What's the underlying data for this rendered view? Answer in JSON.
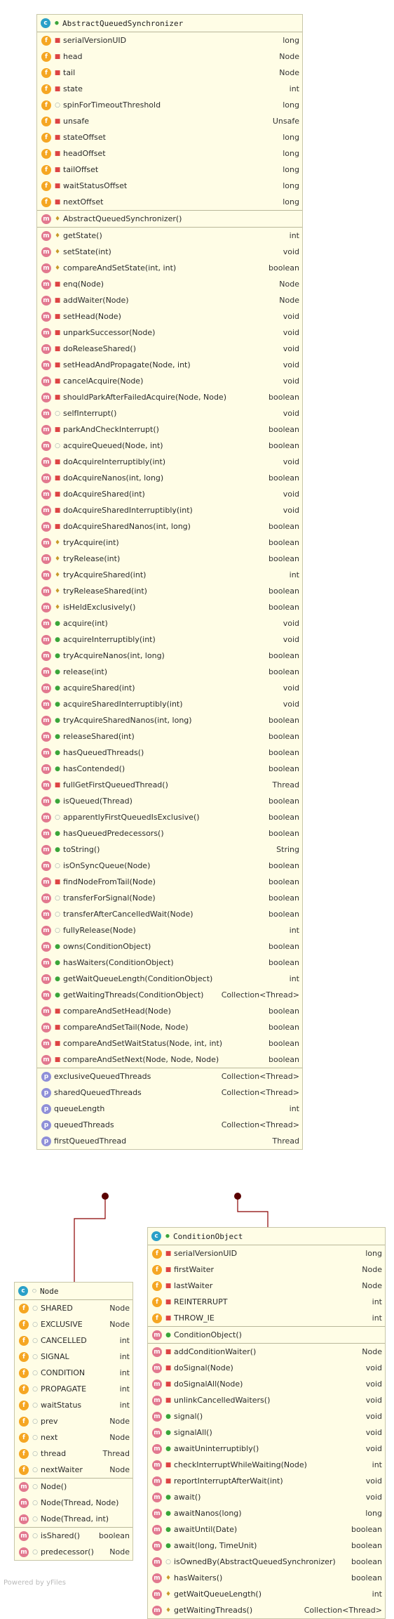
{
  "colors": {
    "box_bg": "#fffde6",
    "edge": "#8b0000",
    "method_icon": "#e2788f",
    "field_icon": "#f5a623",
    "property_icon": "#8f8fd8",
    "class_icon": "#2aa0c8"
  },
  "watermark": "Powered by yFiles",
  "aqs": {
    "title": "AbstractQueuedSynchronizer",
    "fields": [
      {
        "icon": "f",
        "mod": "priv",
        "name": "serialVersionUID",
        "type": "long"
      },
      {
        "icon": "f",
        "mod": "priv",
        "name": "head",
        "type": "Node"
      },
      {
        "icon": "f",
        "mod": "priv",
        "name": "tail",
        "type": "Node"
      },
      {
        "icon": "f",
        "mod": "priv",
        "name": "state",
        "type": "int"
      },
      {
        "icon": "f",
        "mod": "pkg",
        "name": "spinForTimeoutThreshold",
        "type": "long"
      },
      {
        "icon": "f",
        "mod": "priv",
        "name": "unsafe",
        "type": "Unsafe"
      },
      {
        "icon": "f",
        "mod": "priv",
        "name": "stateOffset",
        "type": "long"
      },
      {
        "icon": "f",
        "mod": "priv",
        "name": "headOffset",
        "type": "long"
      },
      {
        "icon": "f",
        "mod": "priv",
        "name": "tailOffset",
        "type": "long"
      },
      {
        "icon": "f",
        "mod": "priv",
        "name": "waitStatusOffset",
        "type": "long"
      },
      {
        "icon": "f",
        "mod": "priv",
        "name": "nextOffset",
        "type": "long"
      }
    ],
    "constructors": [
      {
        "icon": "m",
        "mod": "prot",
        "name": "AbstractQueuedSynchronizer()",
        "type": ""
      }
    ],
    "methods": [
      {
        "icon": "m",
        "mod": "prot",
        "name": "getState()",
        "type": "int"
      },
      {
        "icon": "m",
        "mod": "prot",
        "name": "setState(int)",
        "type": "void"
      },
      {
        "icon": "m",
        "mod": "prot",
        "name": "compareAndSetState(int, int)",
        "type": "boolean"
      },
      {
        "icon": "m",
        "mod": "priv",
        "name": "enq(Node)",
        "type": "Node"
      },
      {
        "icon": "m",
        "mod": "priv",
        "name": "addWaiter(Node)",
        "type": "Node"
      },
      {
        "icon": "m",
        "mod": "priv",
        "name": "setHead(Node)",
        "type": "void"
      },
      {
        "icon": "m",
        "mod": "priv",
        "name": "unparkSuccessor(Node)",
        "type": "void"
      },
      {
        "icon": "m",
        "mod": "priv",
        "name": "doReleaseShared()",
        "type": "void"
      },
      {
        "icon": "m",
        "mod": "priv",
        "name": "setHeadAndPropagate(Node, int)",
        "type": "void"
      },
      {
        "icon": "m",
        "mod": "priv",
        "name": "cancelAcquire(Node)",
        "type": "void"
      },
      {
        "icon": "m",
        "mod": "priv",
        "name": "shouldParkAfterFailedAcquire(Node, Node)",
        "type": "boolean"
      },
      {
        "icon": "m",
        "mod": "pkg",
        "name": "selfInterrupt()",
        "type": "void"
      },
      {
        "icon": "m",
        "mod": "priv",
        "name": "parkAndCheckInterrupt()",
        "type": "boolean"
      },
      {
        "icon": "m",
        "mod": "pkg",
        "name": "acquireQueued(Node, int)",
        "type": "boolean"
      },
      {
        "icon": "m",
        "mod": "priv",
        "name": "doAcquireInterruptibly(int)",
        "type": "void"
      },
      {
        "icon": "m",
        "mod": "priv",
        "name": "doAcquireNanos(int, long)",
        "type": "boolean"
      },
      {
        "icon": "m",
        "mod": "priv",
        "name": "doAcquireShared(int)",
        "type": "void"
      },
      {
        "icon": "m",
        "mod": "priv",
        "name": "doAcquireSharedInterruptibly(int)",
        "type": "void"
      },
      {
        "icon": "m",
        "mod": "priv",
        "name": "doAcquireSharedNanos(int, long)",
        "type": "boolean"
      },
      {
        "icon": "m",
        "mod": "prot",
        "name": "tryAcquire(int)",
        "type": "boolean"
      },
      {
        "icon": "m",
        "mod": "prot",
        "name": "tryRelease(int)",
        "type": "boolean"
      },
      {
        "icon": "m",
        "mod": "prot",
        "name": "tryAcquireShared(int)",
        "type": "int"
      },
      {
        "icon": "m",
        "mod": "prot",
        "name": "tryReleaseShared(int)",
        "type": "boolean"
      },
      {
        "icon": "m",
        "mod": "prot",
        "name": "isHeldExclusively()",
        "type": "boolean"
      },
      {
        "icon": "m",
        "mod": "pub",
        "name": "acquire(int)",
        "type": "void"
      },
      {
        "icon": "m",
        "mod": "pub",
        "name": "acquireInterruptibly(int)",
        "type": "void"
      },
      {
        "icon": "m",
        "mod": "pub",
        "name": "tryAcquireNanos(int, long)",
        "type": "boolean"
      },
      {
        "icon": "m",
        "mod": "pub",
        "name": "release(int)",
        "type": "boolean"
      },
      {
        "icon": "m",
        "mod": "pub",
        "name": "acquireShared(int)",
        "type": "void"
      },
      {
        "icon": "m",
        "mod": "pub",
        "name": "acquireSharedInterruptibly(int)",
        "type": "void"
      },
      {
        "icon": "m",
        "mod": "pub",
        "name": "tryAcquireSharedNanos(int, long)",
        "type": "boolean"
      },
      {
        "icon": "m",
        "mod": "pub",
        "name": "releaseShared(int)",
        "type": "boolean"
      },
      {
        "icon": "m",
        "mod": "pub",
        "name": "hasQueuedThreads()",
        "type": "boolean"
      },
      {
        "icon": "m",
        "mod": "pub",
        "name": "hasContended()",
        "type": "boolean"
      },
      {
        "icon": "m",
        "mod": "priv",
        "name": "fullGetFirstQueuedThread()",
        "type": "Thread"
      },
      {
        "icon": "m",
        "mod": "pub",
        "name": "isQueued(Thread)",
        "type": "boolean"
      },
      {
        "icon": "m",
        "mod": "pkg",
        "name": "apparentlyFirstQueuedIsExclusive()",
        "type": "boolean"
      },
      {
        "icon": "m",
        "mod": "pub",
        "name": "hasQueuedPredecessors()",
        "type": "boolean"
      },
      {
        "icon": "m",
        "mod": "pub",
        "name": "toString()",
        "type": "String"
      },
      {
        "icon": "m",
        "mod": "pkg",
        "name": "isOnSyncQueue(Node)",
        "type": "boolean"
      },
      {
        "icon": "m",
        "mod": "priv",
        "name": "findNodeFromTail(Node)",
        "type": "boolean"
      },
      {
        "icon": "m",
        "mod": "pkg",
        "name": "transferForSignal(Node)",
        "type": "boolean"
      },
      {
        "icon": "m",
        "mod": "pkg",
        "name": "transferAfterCancelledWait(Node)",
        "type": "boolean"
      },
      {
        "icon": "m",
        "mod": "pkg",
        "name": "fullyRelease(Node)",
        "type": "int"
      },
      {
        "icon": "m",
        "mod": "pub",
        "name": "owns(ConditionObject)",
        "type": "boolean"
      },
      {
        "icon": "m",
        "mod": "pub",
        "name": "hasWaiters(ConditionObject)",
        "type": "boolean"
      },
      {
        "icon": "m",
        "mod": "pub",
        "name": "getWaitQueueLength(ConditionObject)",
        "type": "int"
      },
      {
        "icon": "m",
        "mod": "pub",
        "name": "getWaitingThreads(ConditionObject)",
        "type": "Collection<Thread>"
      },
      {
        "icon": "m",
        "mod": "priv",
        "name": "compareAndSetHead(Node)",
        "type": "boolean"
      },
      {
        "icon": "m",
        "mod": "priv",
        "name": "compareAndSetTail(Node, Node)",
        "type": "boolean"
      },
      {
        "icon": "m",
        "mod": "priv",
        "name": "compareAndSetWaitStatus(Node, int, int)",
        "type": "boolean"
      },
      {
        "icon": "m",
        "mod": "priv",
        "name": "compareAndSetNext(Node, Node, Node)",
        "type": "boolean"
      }
    ],
    "properties": [
      {
        "icon": "p",
        "mod": "",
        "name": "exclusiveQueuedThreads",
        "type": "Collection<Thread>"
      },
      {
        "icon": "p",
        "mod": "",
        "name": "sharedQueuedThreads",
        "type": "Collection<Thread>"
      },
      {
        "icon": "p",
        "mod": "",
        "name": "queueLength",
        "type": "int"
      },
      {
        "icon": "p",
        "mod": "",
        "name": "queuedThreads",
        "type": "Collection<Thread>"
      },
      {
        "icon": "p",
        "mod": "",
        "name": "firstQueuedThread",
        "type": "Thread"
      }
    ]
  },
  "node": {
    "title": "Node",
    "fields": [
      {
        "icon": "f",
        "mod": "pkg",
        "name": "SHARED",
        "type": "Node"
      },
      {
        "icon": "f",
        "mod": "pkg",
        "name": "EXCLUSIVE",
        "type": "Node"
      },
      {
        "icon": "f",
        "mod": "pkg",
        "name": "CANCELLED",
        "type": "int"
      },
      {
        "icon": "f",
        "mod": "pkg",
        "name": "SIGNAL",
        "type": "int"
      },
      {
        "icon": "f",
        "mod": "pkg",
        "name": "CONDITION",
        "type": "int"
      },
      {
        "icon": "f",
        "mod": "pkg",
        "name": "PROPAGATE",
        "type": "int"
      },
      {
        "icon": "f",
        "mod": "pkg",
        "name": "waitStatus",
        "type": "int"
      },
      {
        "icon": "f",
        "mod": "pkg",
        "name": "prev",
        "type": "Node"
      },
      {
        "icon": "f",
        "mod": "pkg",
        "name": "next",
        "type": "Node"
      },
      {
        "icon": "f",
        "mod": "pkg",
        "name": "thread",
        "type": "Thread"
      },
      {
        "icon": "f",
        "mod": "pkg",
        "name": "nextWaiter",
        "type": "Node"
      }
    ],
    "constructors": [
      {
        "icon": "m",
        "mod": "pkg",
        "name": "Node()",
        "type": ""
      },
      {
        "icon": "m",
        "mod": "pkg",
        "name": "Node(Thread, Node)",
        "type": ""
      },
      {
        "icon": "m",
        "mod": "pkg",
        "name": "Node(Thread, int)",
        "type": ""
      }
    ],
    "methods": [
      {
        "icon": "m",
        "mod": "pkg",
        "name": "isShared()",
        "type": "boolean"
      },
      {
        "icon": "m",
        "mod": "pkg",
        "name": "predecessor()",
        "type": "Node"
      }
    ]
  },
  "cond": {
    "title": "ConditionObject",
    "fields": [
      {
        "icon": "f",
        "mod": "priv",
        "name": "serialVersionUID",
        "type": "long"
      },
      {
        "icon": "f",
        "mod": "priv",
        "name": "firstWaiter",
        "type": "Node"
      },
      {
        "icon": "f",
        "mod": "priv",
        "name": "lastWaiter",
        "type": "Node"
      },
      {
        "icon": "f",
        "mod": "priv",
        "name": "REINTERRUPT",
        "type": "int"
      },
      {
        "icon": "f",
        "mod": "priv",
        "name": "THROW_IE",
        "type": "int"
      }
    ],
    "constructors": [
      {
        "icon": "m",
        "mod": "pub",
        "name": "ConditionObject()",
        "type": ""
      }
    ],
    "methods": [
      {
        "icon": "m",
        "mod": "priv",
        "name": "addConditionWaiter()",
        "type": "Node"
      },
      {
        "icon": "m",
        "mod": "priv",
        "name": "doSignal(Node)",
        "type": "void"
      },
      {
        "icon": "m",
        "mod": "priv",
        "name": "doSignalAll(Node)",
        "type": "void"
      },
      {
        "icon": "m",
        "mod": "priv",
        "name": "unlinkCancelledWaiters()",
        "type": "void"
      },
      {
        "icon": "m",
        "mod": "pub",
        "name": "signal()",
        "type": "void"
      },
      {
        "icon": "m",
        "mod": "pub",
        "name": "signalAll()",
        "type": "void"
      },
      {
        "icon": "m",
        "mod": "pub",
        "name": "awaitUninterruptibly()",
        "type": "void"
      },
      {
        "icon": "m",
        "mod": "priv",
        "name": "checkInterruptWhileWaiting(Node)",
        "type": "int"
      },
      {
        "icon": "m",
        "mod": "priv",
        "name": "reportInterruptAfterWait(int)",
        "type": "void"
      },
      {
        "icon": "m",
        "mod": "pub",
        "name": "await()",
        "type": "void"
      },
      {
        "icon": "m",
        "mod": "pub",
        "name": "awaitNanos(long)",
        "type": "long"
      },
      {
        "icon": "m",
        "mod": "pub",
        "name": "awaitUntil(Date)",
        "type": "boolean"
      },
      {
        "icon": "m",
        "mod": "pub",
        "name": "await(long, TimeUnit)",
        "type": "boolean"
      },
      {
        "icon": "m",
        "mod": "pkg",
        "name": "isOwnedBy(AbstractQueuedSynchronizer)",
        "type": "boolean"
      },
      {
        "icon": "m",
        "mod": "prot",
        "name": "hasWaiters()",
        "type": "boolean"
      },
      {
        "icon": "m",
        "mod": "prot",
        "name": "getWaitQueueLength()",
        "type": "int"
      },
      {
        "icon": "m",
        "mod": "prot",
        "name": "getWaitingThreads()",
        "type": "Collection<Thread>"
      }
    ]
  }
}
